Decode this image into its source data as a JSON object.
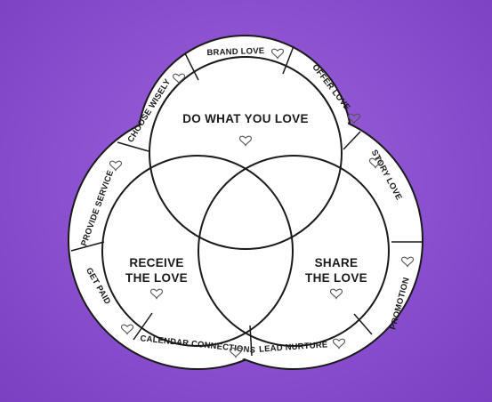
{
  "circles": {
    "top": {
      "label": "DO WHAT YOU LOVE",
      "icon": "heart-icon"
    },
    "left": {
      "label_line1": "RECEIVE",
      "label_line2": "THE LOVE",
      "icon": "heart-icon"
    },
    "right": {
      "label_line1": "SHARE",
      "label_line2": "THE LOVE",
      "icon": "heart-icon"
    }
  },
  "segments": [
    "BRAND LOVE",
    "OFFER LOVE",
    "STORY LOVE",
    "PROMOTION",
    "LEAD NURTURE",
    "CALENDAR CONNECTIONS",
    "GET PAID",
    "PROVIDE SERVICE",
    "CHOOSE WISELY"
  ],
  "colors": {
    "background": "#8a4fcf",
    "ring_fill": "#ffffff",
    "stroke": "#1a1a1a"
  }
}
